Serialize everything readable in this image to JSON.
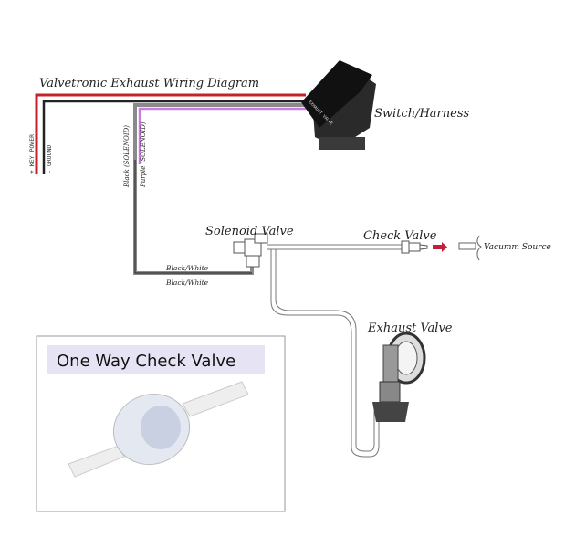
{
  "title": "Valvetronic Exhaust Wiring Diagram",
  "labels": {
    "switch": "Switch/Harness",
    "solenoid": "Solenoid Valve",
    "check": "Check Valve",
    "vacuum": "Vacumm Source",
    "exhaust": "Exhaust Valve",
    "bw1": "Black/White",
    "bw2": "Black/White",
    "key_power": "+ KEY POWER",
    "ground": "- GROUND",
    "black_sol": "Black (SOLENOID)",
    "purple_sol": "Purple (SOLENOID)",
    "switch_text": "EXHAUST VALVE"
  },
  "inset": {
    "title": "One Way Check Valve"
  },
  "colors": {
    "red_wire": "#c8202a",
    "black_wire": "#222222",
    "grey_wire": "#8a8a8a",
    "purple_wire": "#c77ee0",
    "arrow": "#c0203a",
    "banner": "#e6e4f4"
  }
}
